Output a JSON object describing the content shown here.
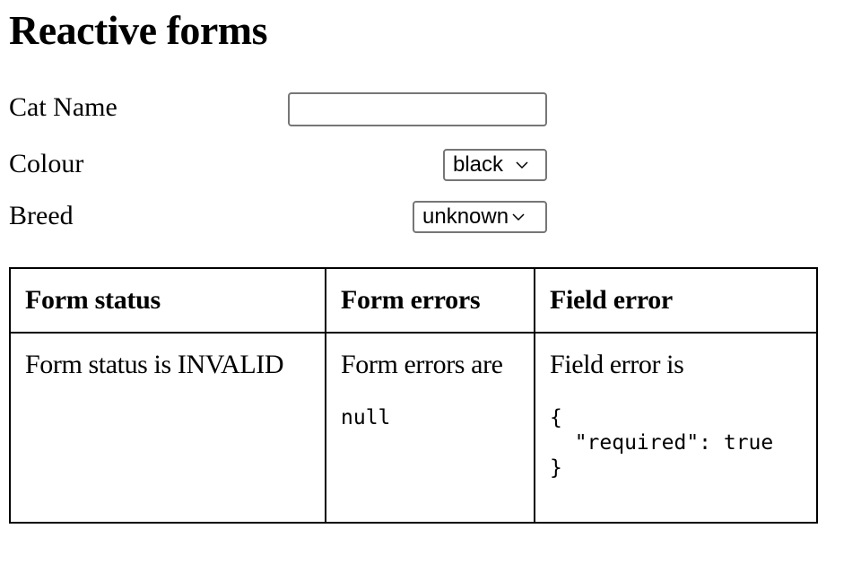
{
  "page": {
    "title": "Reactive forms"
  },
  "form": {
    "cat_name": {
      "label": "Cat Name",
      "value": "",
      "placeholder": ""
    },
    "colour": {
      "label": "Colour",
      "selected": "black"
    },
    "breed": {
      "label": "Breed",
      "selected": "unknown"
    }
  },
  "table": {
    "headers": [
      "Form status",
      "Form errors",
      "Field error"
    ],
    "row": {
      "form_status_text": "Form status is INVALID",
      "form_errors_text": "Form errors are",
      "form_errors_value": "null",
      "field_error_text": "Field error is",
      "field_error_value": "{\n  \"required\": true\n}"
    }
  },
  "icons": {
    "select_arrow": "chevron-down-icon"
  }
}
